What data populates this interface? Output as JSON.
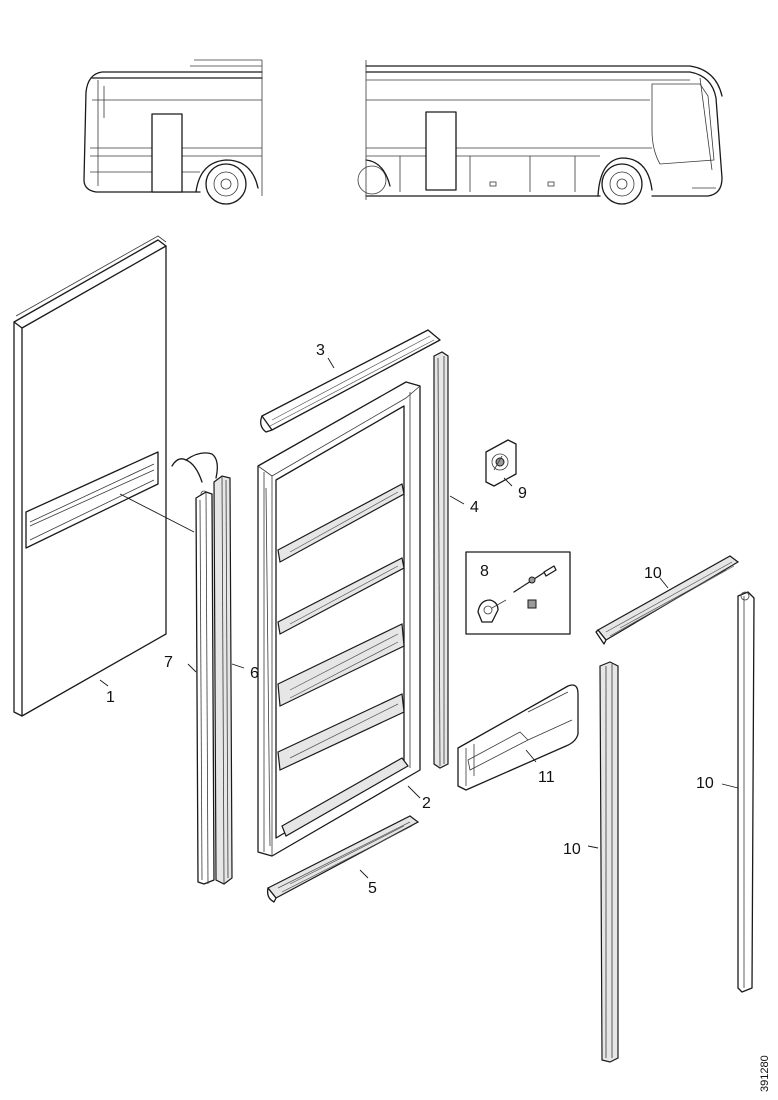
{
  "diagram": {
    "callouts": {
      "part_1": "1",
      "part_2": "2",
      "part_3": "3",
      "part_4": "4",
      "part_5": "5",
      "part_6": "6",
      "part_7": "7",
      "part_8": "8",
      "part_9": "9",
      "part_10_top": "10",
      "part_10_left": "10",
      "part_10_right": "10",
      "part_11": "11"
    },
    "drawing_code": "391280"
  }
}
